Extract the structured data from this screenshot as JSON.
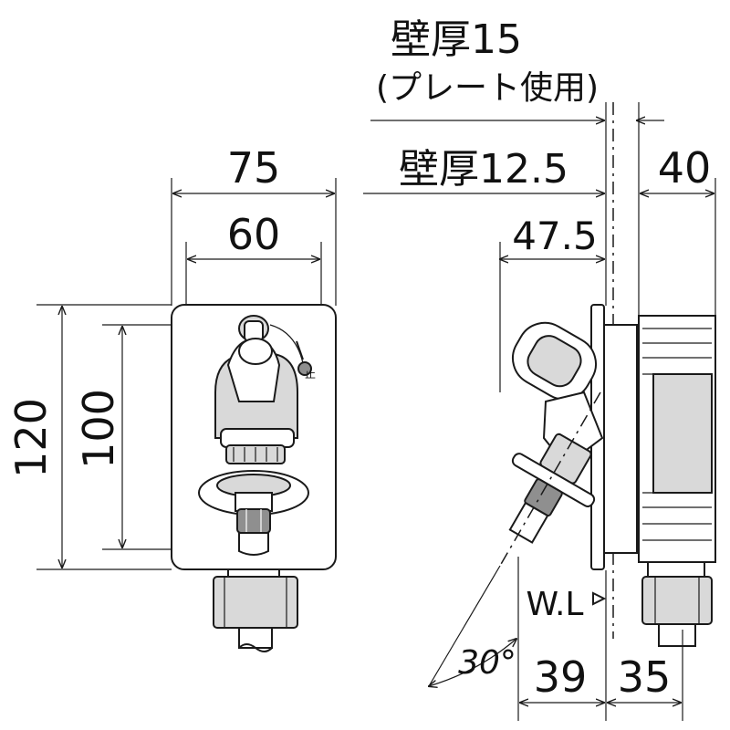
{
  "front_view": {
    "width_outer": "75",
    "width_inner": "60",
    "height_outer": "120",
    "height_inner": "100",
    "stop_mark": "止"
  },
  "side_view": {
    "wall_thickness_plate": "壁厚15",
    "wall_thickness_plate_note": "(プレート使用)",
    "wall_thickness": "壁厚12.5",
    "depth_box": "40",
    "projection": "47.5",
    "water_level_label": "W.L",
    "angle": "30°",
    "outlet_offset": "39",
    "box_offset": "35"
  }
}
